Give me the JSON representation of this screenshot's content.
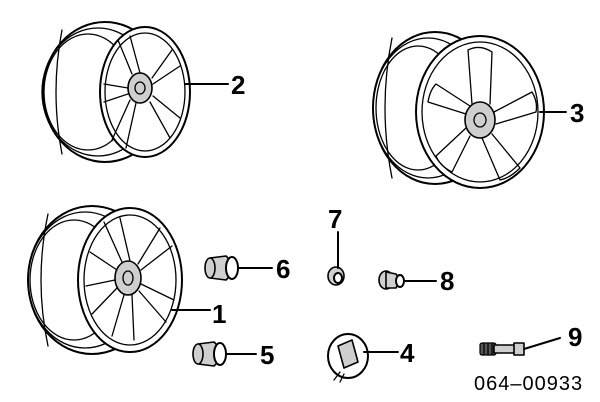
{
  "diagram": {
    "callouts": [
      {
        "id": "1",
        "label": "1"
      },
      {
        "id": "2",
        "label": "2"
      },
      {
        "id": "3",
        "label": "3"
      },
      {
        "id": "4",
        "label": "4"
      },
      {
        "id": "5",
        "label": "5"
      },
      {
        "id": "6",
        "label": "6"
      },
      {
        "id": "7",
        "label": "7"
      },
      {
        "id": "8",
        "label": "8"
      },
      {
        "id": "9",
        "label": "9"
      }
    ],
    "part_number": "064–00933"
  }
}
